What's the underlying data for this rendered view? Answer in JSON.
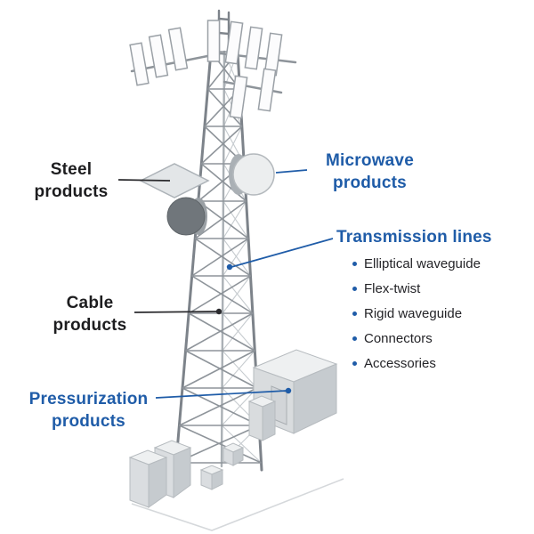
{
  "colors": {
    "accent": "#1f5ca8",
    "text": "#1d1d1f",
    "tower_gray": "#8e949a"
  },
  "callouts": {
    "steel": {
      "label": "Steel products"
    },
    "microwave": {
      "label": "Microwave products"
    },
    "transmission": {
      "heading": "Transmission lines",
      "items": [
        "Elliptical waveguide",
        "Flex-twist",
        "Rigid waveguide",
        "Connectors",
        "Accessories"
      ]
    },
    "cable": {
      "label": "Cable products"
    },
    "pressurization": {
      "label": "Pressurization products"
    }
  }
}
